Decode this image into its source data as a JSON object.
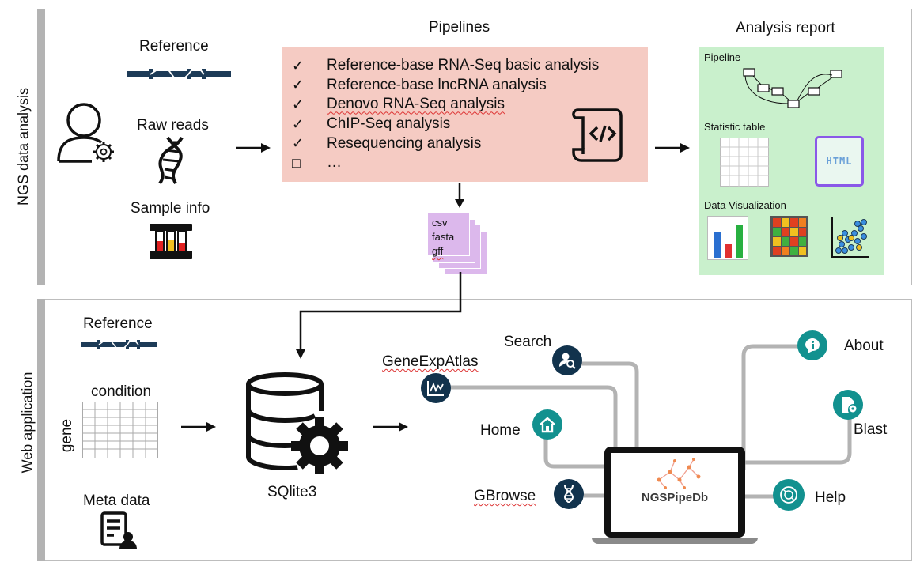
{
  "sections": {
    "top_label": "NGS data analysis",
    "bottom_label": "Web application"
  },
  "inputs": {
    "reference": "Reference",
    "raw_reads": "Raw reads",
    "sample_info": "Sample info"
  },
  "pipelines": {
    "title": "Pipelines",
    "items": [
      {
        "mark": "✓",
        "text": "Reference-base RNA-Seq basic analysis"
      },
      {
        "mark": "✓",
        "text": "Reference-base lncRNA analysis"
      },
      {
        "mark": "✓",
        "text": "Denovo RNA-Seq analysis"
      },
      {
        "mark": "✓",
        "text": "ChIP-Seq analysis"
      },
      {
        "mark": "✓",
        "text": "Resequencing analysis"
      },
      {
        "mark": "□",
        "text": "…"
      }
    ]
  },
  "files": [
    "csv",
    "fasta",
    "gff"
  ],
  "report": {
    "title": "Analysis report",
    "pipeline": "Pipeline",
    "statistic_table": "Statistic table",
    "html_badge": "HTML",
    "data_visualization": "Data Visualization"
  },
  "web": {
    "reference": "Reference",
    "condition": "condition",
    "gene": "gene",
    "meta_data": "Meta data",
    "database": "SQlite3",
    "app_name": "NGSPipeDb",
    "nav": {
      "gene_exp_atlas": "GeneExpAtlas",
      "search": "Search",
      "home": "Home",
      "gbrowse": "GBrowse",
      "about": "About",
      "blast": "Blast",
      "help": "Help"
    }
  },
  "colors": {
    "pipeline_box": "#f5cbc3",
    "report_box": "#c9f0cc",
    "file_purple": "#dcb8ec",
    "nav_dark": "#12334d",
    "nav_teal": "#12918f",
    "line_gray": "#b3b3b3"
  }
}
